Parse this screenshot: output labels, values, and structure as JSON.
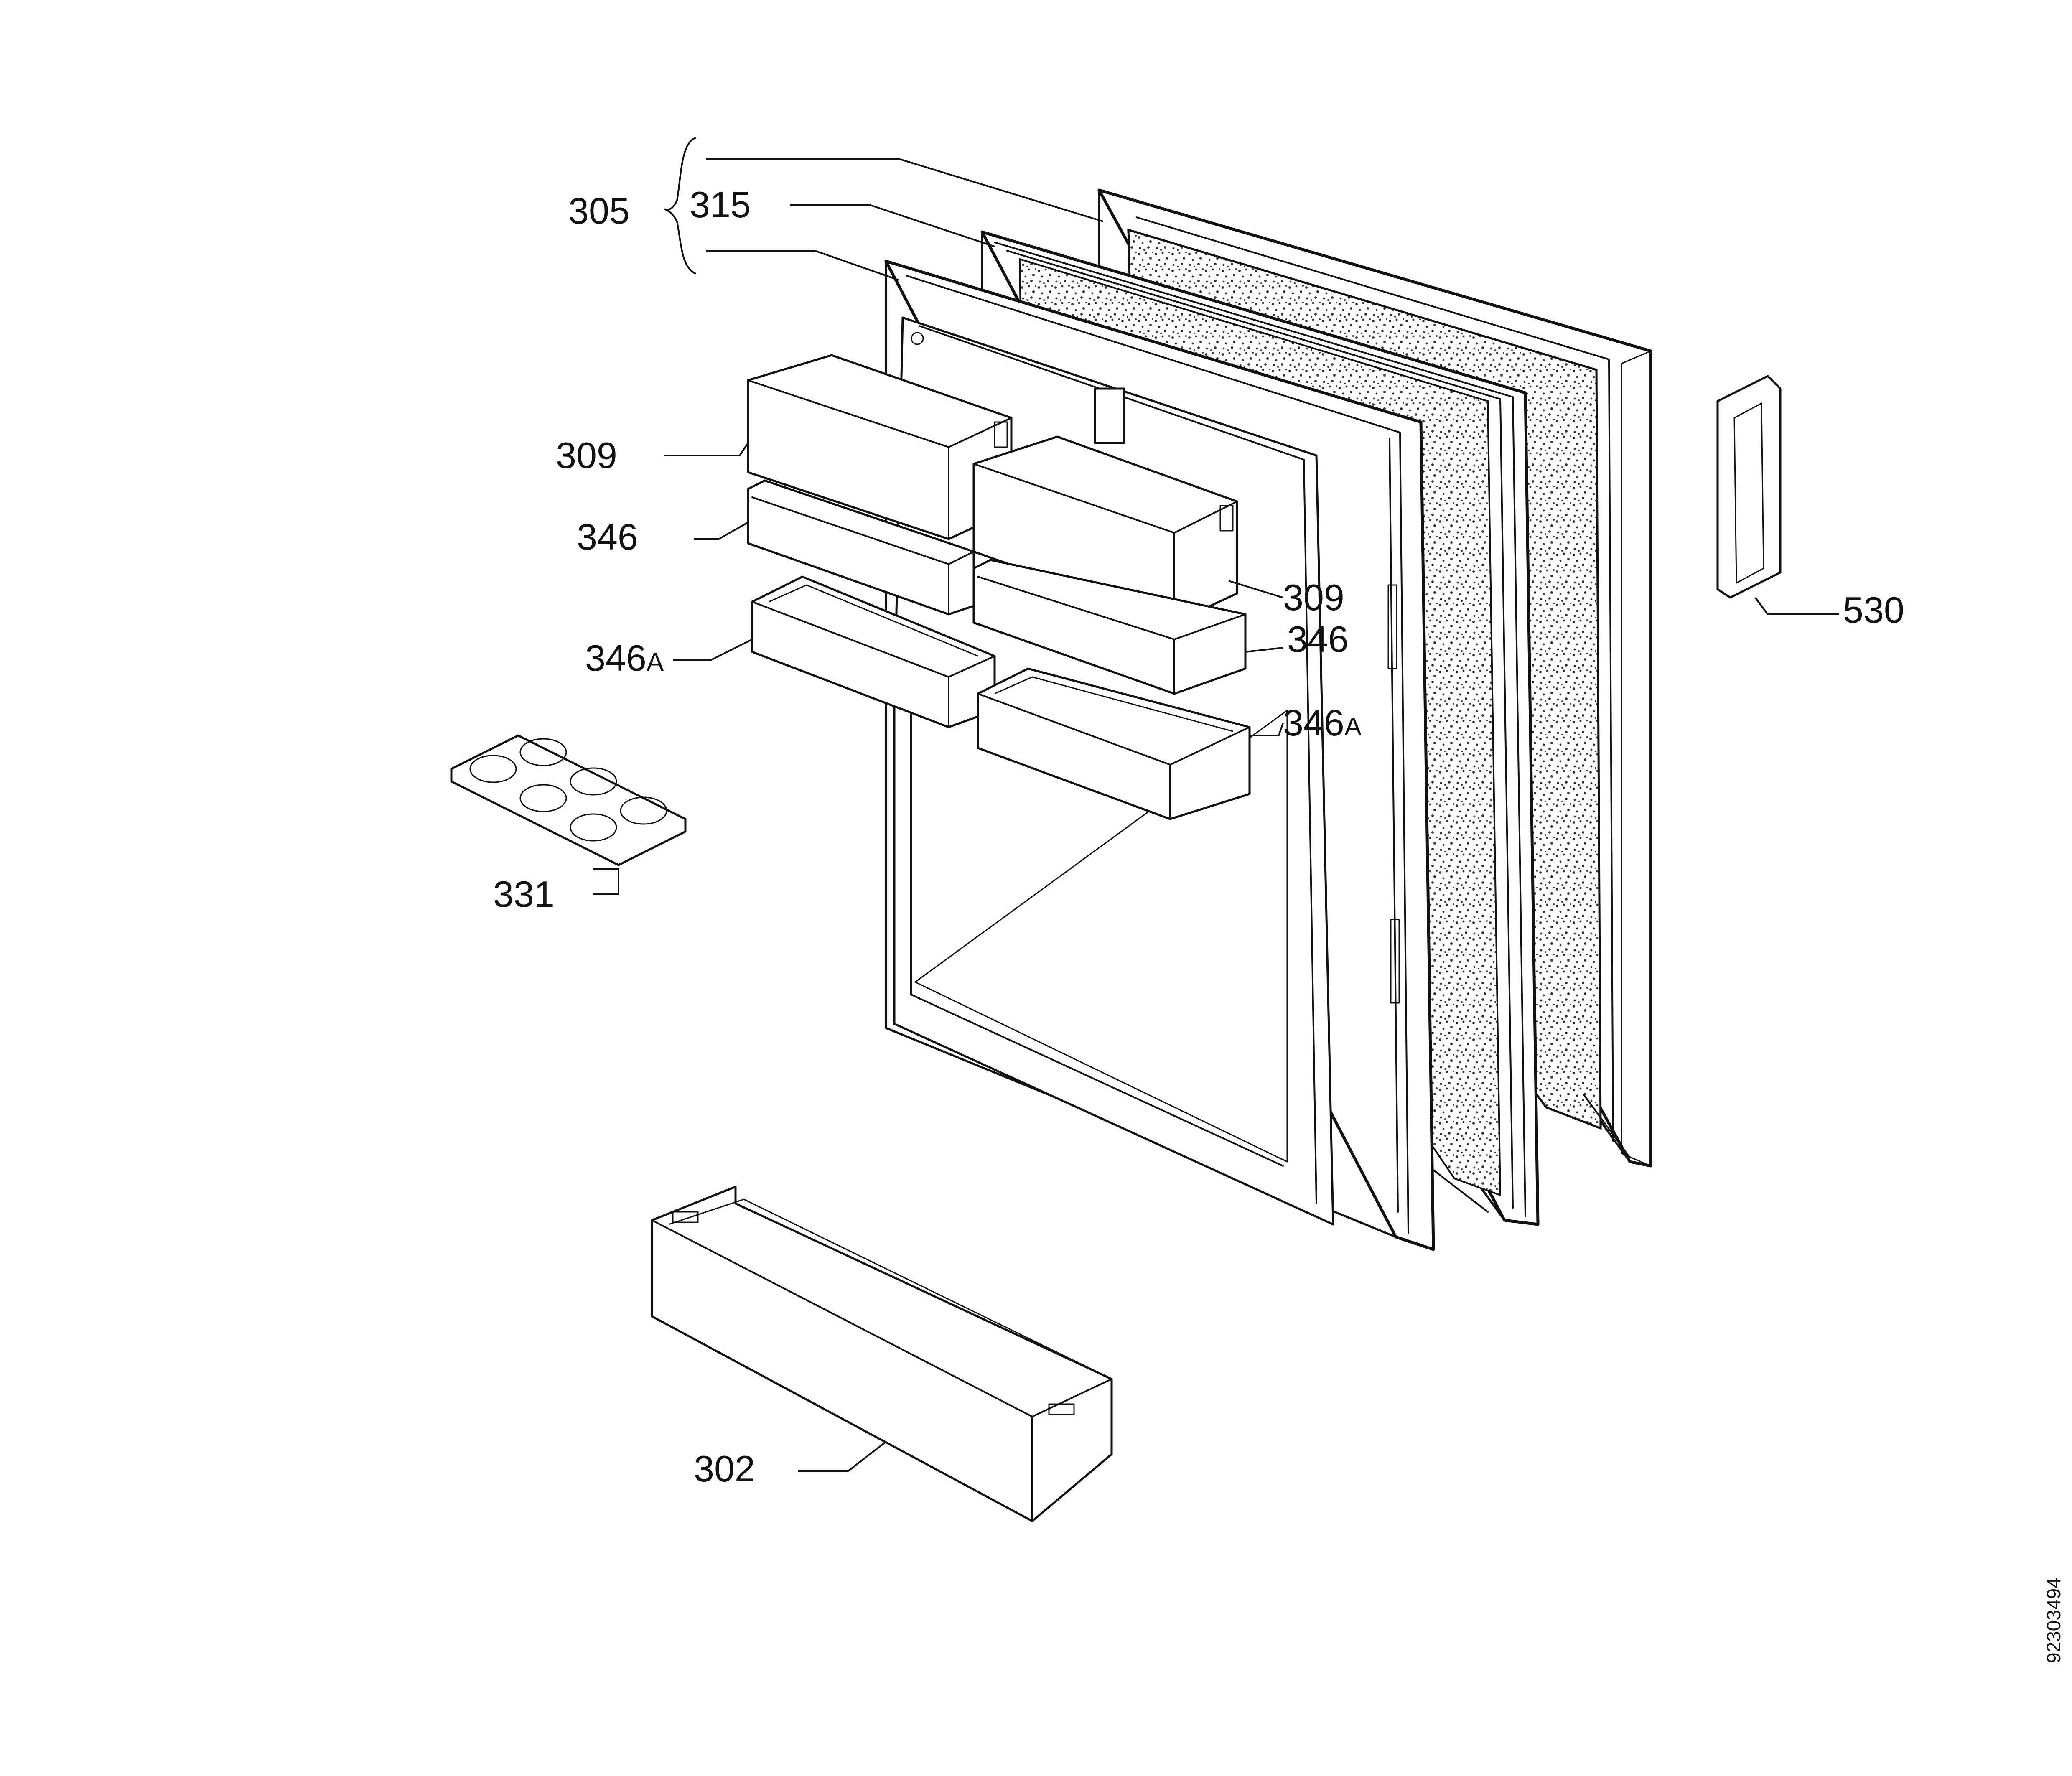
{
  "callouts": [
    {
      "id": "305",
      "text": "305"
    },
    {
      "id": "315",
      "text": "315"
    },
    {
      "id": "309-left",
      "text": "309"
    },
    {
      "id": "346-left",
      "text": "346"
    },
    {
      "id": "346a-left",
      "text": "346",
      "suffix": "A"
    },
    {
      "id": "331",
      "text": "331"
    },
    {
      "id": "309-right",
      "text": "309"
    },
    {
      "id": "346-right",
      "text": "346"
    },
    {
      "id": "346a-right",
      "text": "346",
      "suffix": "A"
    },
    {
      "id": "530",
      "text": "530"
    },
    {
      "id": "302",
      "text": "302"
    }
  ],
  "document_number": "92303494"
}
